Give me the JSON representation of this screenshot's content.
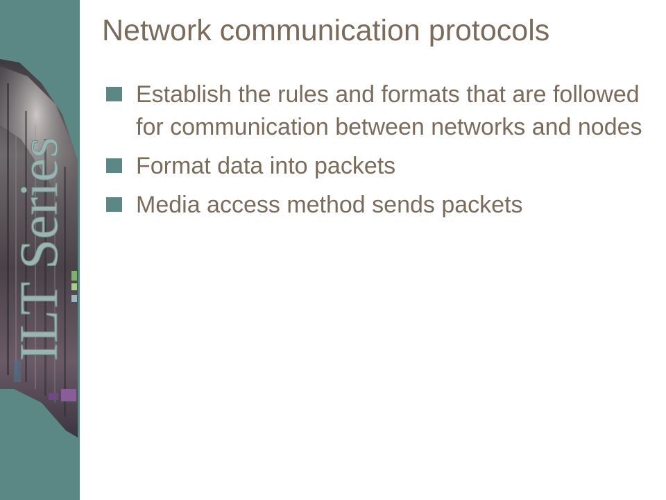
{
  "slide": {
    "title": "Network communication protocols",
    "bullets": [
      {
        "text": "Establish the rules and formats that are followed for communication between networks and nodes"
      },
      {
        "text": "Format data into packets"
      },
      {
        "text": "Media access method sends packets"
      }
    ]
  },
  "brand": {
    "logo_text": "ILT Series™"
  },
  "colors": {
    "sidebar": "#5b8784",
    "text": "#7a6b5b",
    "bullet_marker": "#5b8784",
    "background": "#ffffff"
  },
  "icons": {
    "bullet": "teal-square"
  }
}
